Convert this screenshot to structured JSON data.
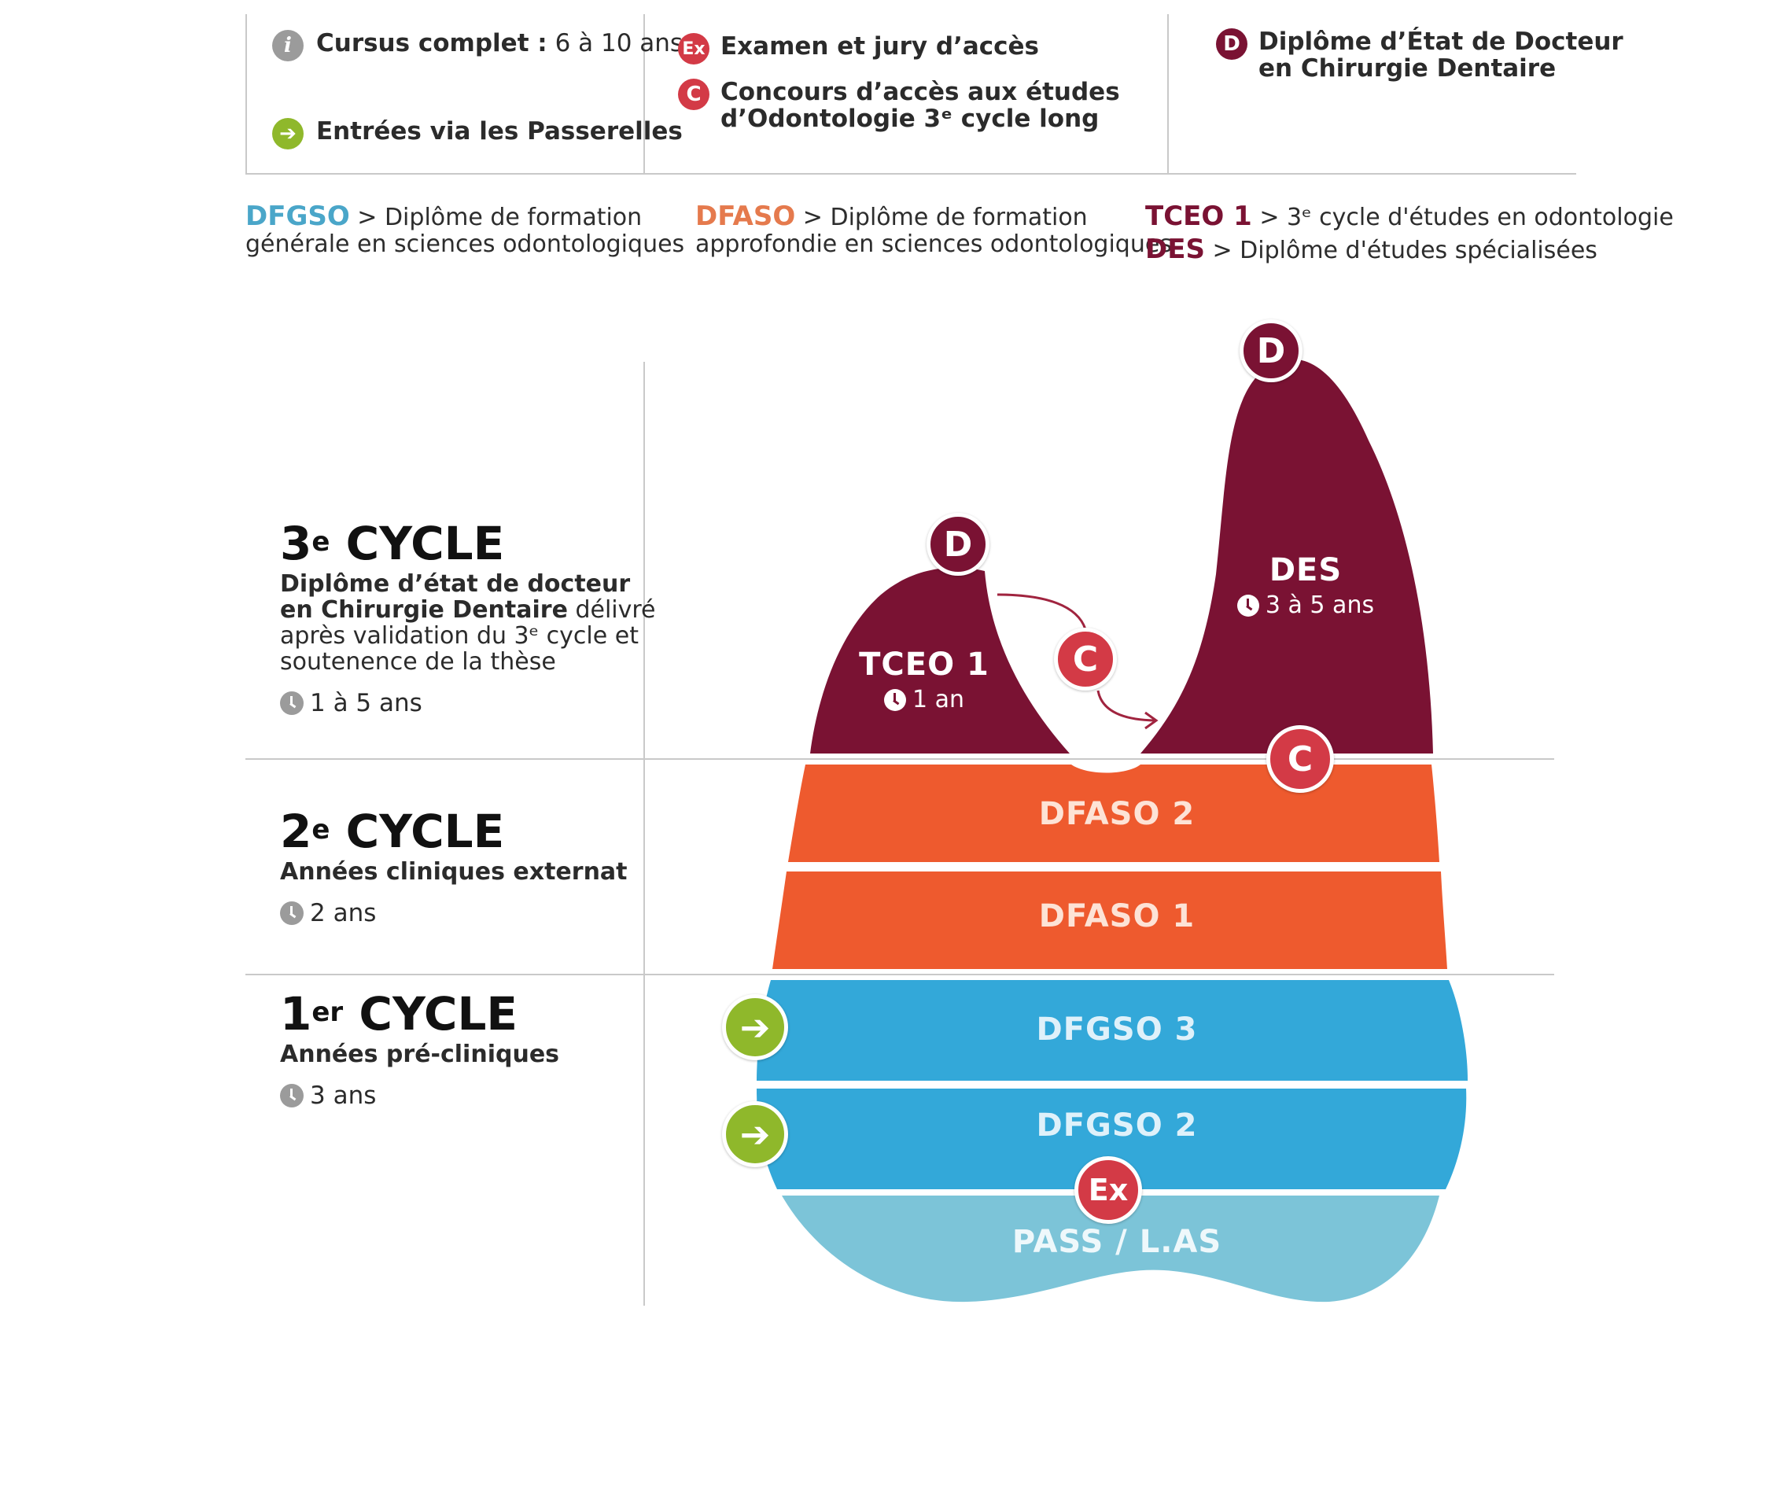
{
  "colors": {
    "wine": "#7a1233",
    "orange": "#ee5a2e",
    "blue": "#33a8d9",
    "light_blue": "#7cc4d8",
    "red_badge": "#d33a46",
    "green_arrow": "#8fb82b",
    "grey_icon": "#9b9b9b"
  },
  "legend": {
    "info": {
      "icon": "info-icon",
      "glyph": "i",
      "label": "Cursus complet :",
      "value": "6 à 10 ans"
    },
    "passerelles": {
      "icon": "arrow-right-icon",
      "glyph": "➔",
      "label": "Entrées via les Passerelles"
    },
    "exam": {
      "icon": "exam-badge-icon",
      "glyph": "Ex",
      "label": "Examen et jury d’accès"
    },
    "concours": {
      "icon": "concours-badge-icon",
      "glyph": "C",
      "label_line1": "Concours d’accès aux études",
      "label_line2": "d’Odontologie 3ᵉ cycle long"
    },
    "diplome": {
      "icon": "diploma-badge-icon",
      "glyph": "D",
      "label_line1": "Diplôme d’État de Docteur",
      "label_line2": "en Chirurgie Dentaire"
    }
  },
  "abbreviations": {
    "dfgso": {
      "key": "DFGSO",
      "line1": " > Diplôme de formation",
      "line2": "générale en sciences odontologiques"
    },
    "dfaso": {
      "key": "DFASO",
      "line1": " > Diplôme de formation",
      "line2": "approfondie en sciences odontologiques"
    },
    "tceo": {
      "key": "TCEO 1",
      "text": " > 3ᵉ cycle d'études en odontologie"
    },
    "des": {
      "key": "DES",
      "text": " > Diplôme d'études spécialisées"
    }
  },
  "cycles": {
    "third": {
      "num": "3",
      "sup": "e",
      "title": " CYCLE",
      "sub_bold1": "Diplôme d’état de docteur",
      "sub_bold2": "en Chirurgie Dentaire",
      "sub_rest2": " délivré",
      "sub3": "après validation du 3ᵉ cycle et",
      "sub4": "soutenence de la thèse",
      "duration": "1 à 5 ans"
    },
    "second": {
      "num": "2",
      "sup": "e",
      "title": " CYCLE",
      "sub": "Années cliniques externat",
      "duration": "2 ans"
    },
    "first": {
      "num": "1",
      "sup": "er",
      "title": " CYCLE",
      "sub": "Années pré-cliniques",
      "duration": "3 ans"
    }
  },
  "tooth": {
    "tceo": {
      "label": "TCEO 1",
      "duration": "1 an"
    },
    "des": {
      "label": "DES",
      "duration": "3 à 5 ans"
    },
    "dfaso2": "DFASO 2",
    "dfaso1": "DFASO 1",
    "dfgso3": "DFGSO 3",
    "dfgso2": "DFGSO 2",
    "pass": "PASS / L.AS",
    "badge_d": "D",
    "badge_c": "C",
    "badge_ex": "Ex"
  }
}
